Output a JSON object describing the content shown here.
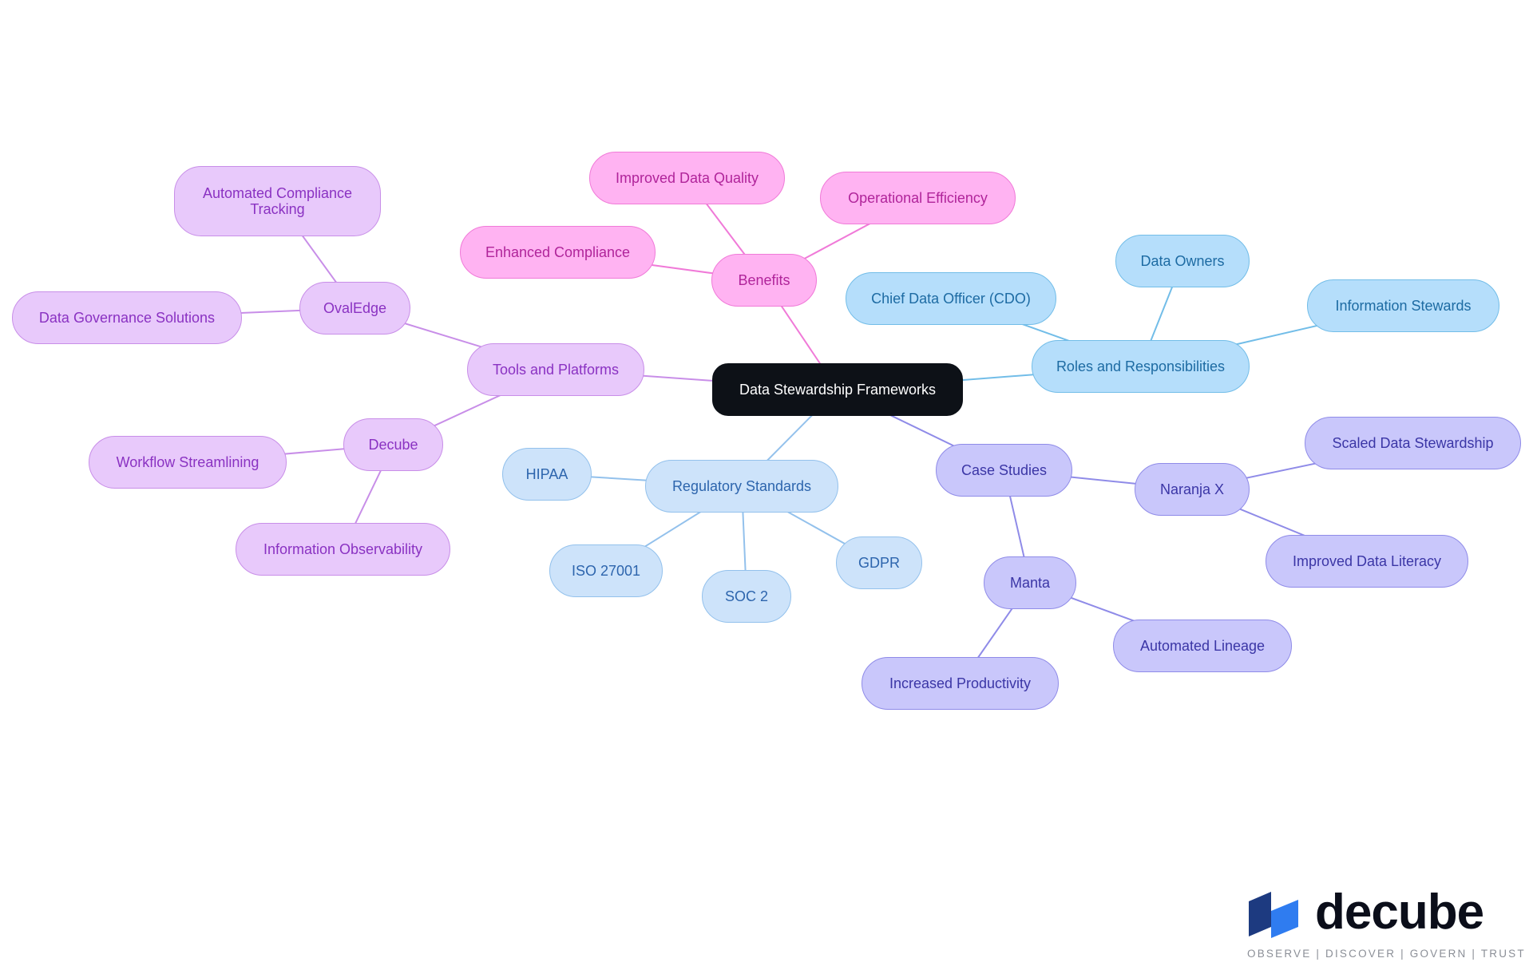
{
  "root": {
    "label": "Data Stewardship Frameworks"
  },
  "colors": {
    "pink": "#f07ad8",
    "lavender": "#c88ee8",
    "sky": "#72bde8",
    "pale_blue": "#93c1ec",
    "periwinkle": "#8f8be8",
    "root": "#0d1117"
  },
  "branches": {
    "benefits": {
      "label": "Benefits",
      "children": [
        "Improved Data Quality",
        "Operational Efficiency",
        "Enhanced Compliance"
      ]
    },
    "tools": {
      "label": "Tools and Platforms",
      "oval_edge": {
        "label": "OvalEdge",
        "children": [
          "Automated Compliance Tracking",
          "Data Governance Solutions"
        ]
      },
      "decube": {
        "label": "Decube",
        "children": [
          "Workflow Streamlining",
          "Information Observability"
        ]
      }
    },
    "roles": {
      "label": "Roles and Responsibilities",
      "children": [
        "Chief Data Officer (CDO)",
        "Data Owners",
        "Information Stewards"
      ]
    },
    "regulatory": {
      "label": "Regulatory Standards",
      "children": [
        "HIPAA",
        "ISO 27001",
        "SOC 2",
        "GDPR"
      ]
    },
    "case_studies": {
      "label": "Case Studies",
      "naranja": {
        "label": "Naranja X",
        "children": [
          "Scaled Data Stewardship",
          "Improved Data Literacy"
        ]
      },
      "manta": {
        "label": "Manta",
        "children": [
          "Automated Lineage",
          "Increased Productivity"
        ]
      }
    }
  },
  "logo": {
    "wordmark": "decube",
    "tagline": "OBSERVE | DISCOVER | GOVERN | TRUST"
  }
}
